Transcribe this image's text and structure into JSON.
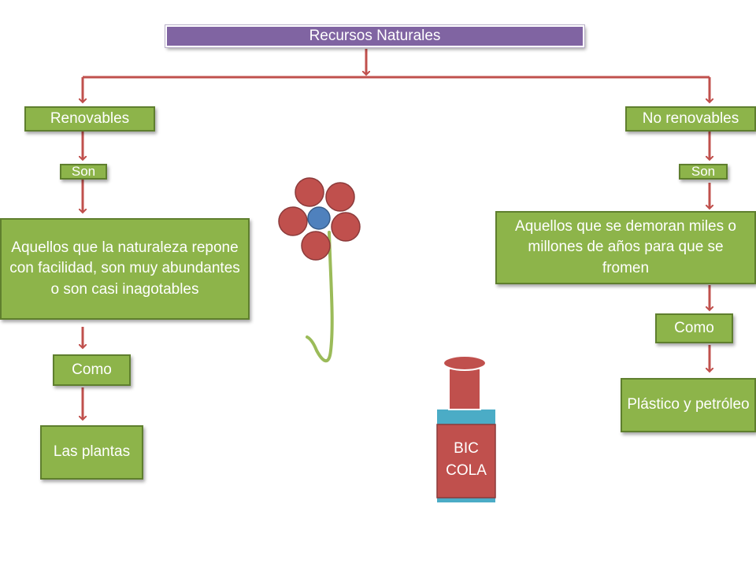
{
  "title": "Recursos  Naturales",
  "left": {
    "heading": "Renovables",
    "son": "Son",
    "description": "Aquellos que la naturaleza repone con facilidad, son muy abundantes o son casi inagotables",
    "como": "Como",
    "example": "Las plantas"
  },
  "right": {
    "heading": "No renovables",
    "son": "Son",
    "description": "Aquellos que se demoran  miles o millones de años para que se fromen",
    "como": "Como",
    "example": "Plástico y petróleo"
  },
  "bottle": {
    "line1": "BIC",
    "line2": "COLA"
  },
  "colors": {
    "title_fill": "#8064a2",
    "box_fill": "#8db44a",
    "arrow": "#c0504d",
    "petal": "#c0504d",
    "flower_center": "#4f81bd",
    "stem": "#9bbb59",
    "bottle_cap": "#c0504d",
    "bottle_band": "#4bacc6"
  }
}
